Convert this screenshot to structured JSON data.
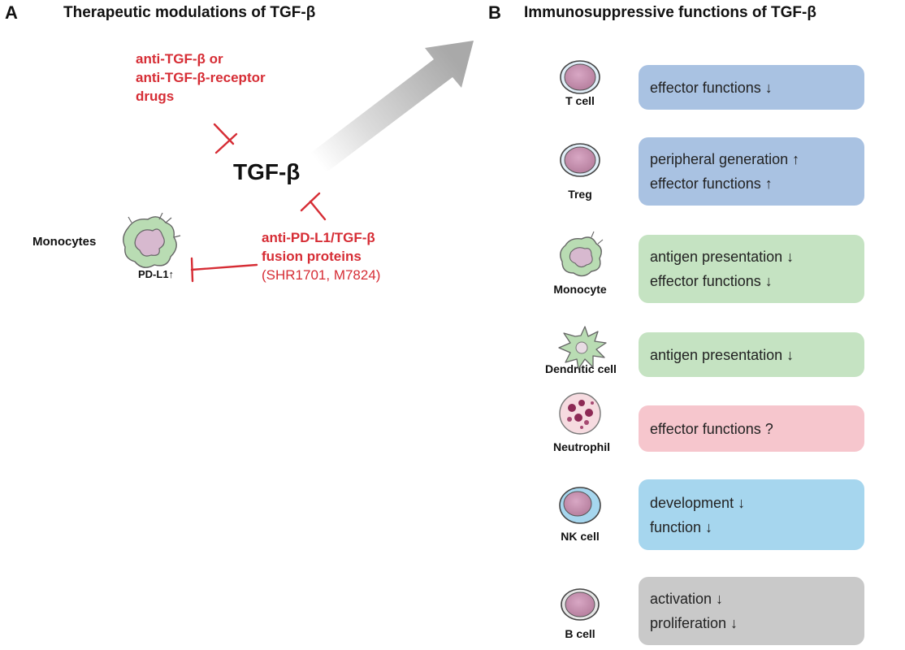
{
  "panel_a": {
    "letter": "A",
    "title": "Therapeutic modulations of TGF-β",
    "drug_top": [
      "anti-TGF-β or",
      "anti-TGF-β-receptor",
      "drugs"
    ],
    "center_label": "TGF-β",
    "drug_bottom": [
      "anti-PD-L1/TGF-β",
      "fusion proteins"
    ],
    "drug_bottom_note": "(SHR1701, M7824)",
    "monocytes_label": "Monocytes",
    "pdl1_label": "PD-L1↑"
  },
  "panel_b": {
    "letter": "B",
    "title": "Immunosuppressive functions of TGF-β",
    "rows": [
      {
        "cell": "T cell",
        "lines": [
          "effector functions ↓"
        ],
        "color": "#a9c2e2"
      },
      {
        "cell": "Treg",
        "lines": [
          "peripheral generation ↑",
          "effector functions ↑"
        ],
        "color": "#a9c2e2"
      },
      {
        "cell": "Monocyte",
        "lines": [
          "antigen presentation ↓",
          "effector functions ↓"
        ],
        "color": "#c5e3c2"
      },
      {
        "cell": "Dendritic cell",
        "lines": [
          "antigen presentation ↓"
        ],
        "color": "#c5e3c2"
      },
      {
        "cell": "Neutrophil",
        "lines": [
          "effector functions ?"
        ],
        "color": "#f6c6cd"
      },
      {
        "cell": "NK cell",
        "lines": [
          "development ↓",
          "function ↓"
        ],
        "color": "#a6d6ee"
      },
      {
        "cell": "B cell",
        "lines": [
          "activation ↓",
          "proliferation ↓"
        ],
        "color": "#c9c9c9"
      }
    ]
  },
  "colors": {
    "inhibitor_red": "#d62d35",
    "cell_purple": "#c994b4",
    "monocyte_green": "#b9dcb3",
    "arrow_gray": "#b4b4b4"
  },
  "icons": {
    "cell_icons": [
      "lymphocyte-icon",
      "treg-icon",
      "monocyte-icon",
      "dendritic-cell-icon",
      "neutrophil-icon",
      "nk-cell-icon",
      "b-cell-icon"
    ],
    "inhibition": "inhibition-tbar-icon",
    "arrow": "large-arrow-icon"
  }
}
